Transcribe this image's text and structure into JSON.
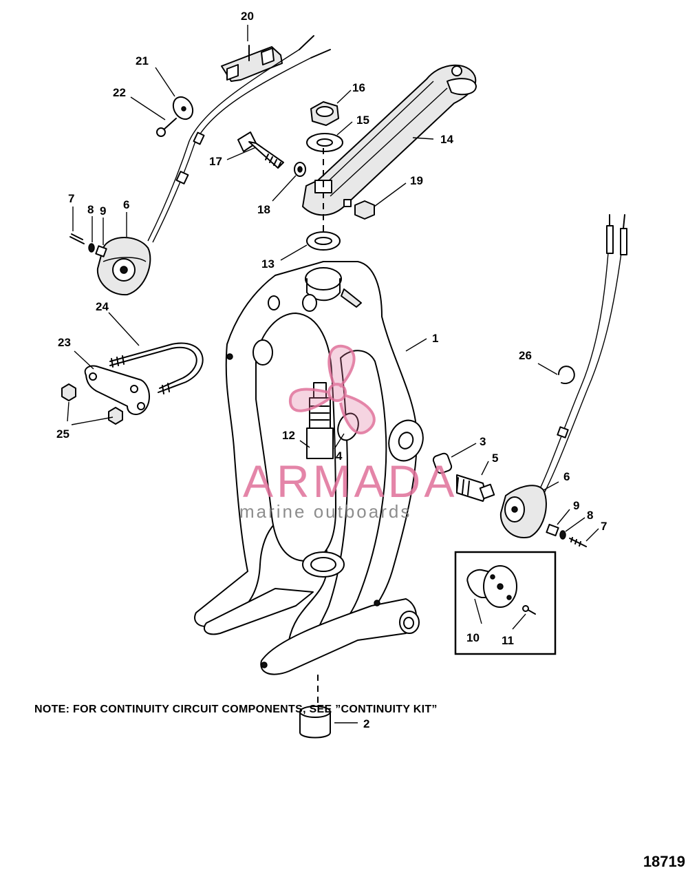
{
  "callouts": {
    "c1": "1",
    "c2": "2",
    "c3": "3",
    "c4": "4",
    "c5": "5",
    "c6a": "6",
    "c6b": "6",
    "c7a": "7",
    "c7b": "7",
    "c8a": "8",
    "c8b": "8",
    "c9a": "9",
    "c9b": "9",
    "c10": "10",
    "c11": "11",
    "c12": "12",
    "c13": "13",
    "c14": "14",
    "c15": "15",
    "c16": "16",
    "c17": "17",
    "c18": "18",
    "c19": "19",
    "c20": "20",
    "c21": "21",
    "c22": "22",
    "c23": "23",
    "c24": "24",
    "c25": "25",
    "c26": "26"
  },
  "watermark": {
    "brand": "ARMADA",
    "tagline": "marine outboards",
    "color": "#e0709a"
  },
  "note": "NOTE:  FOR CONTINUITY CIRCUIT COMPONENTS, SEE ”CONTINUITY KIT”",
  "figure_id": "18719"
}
